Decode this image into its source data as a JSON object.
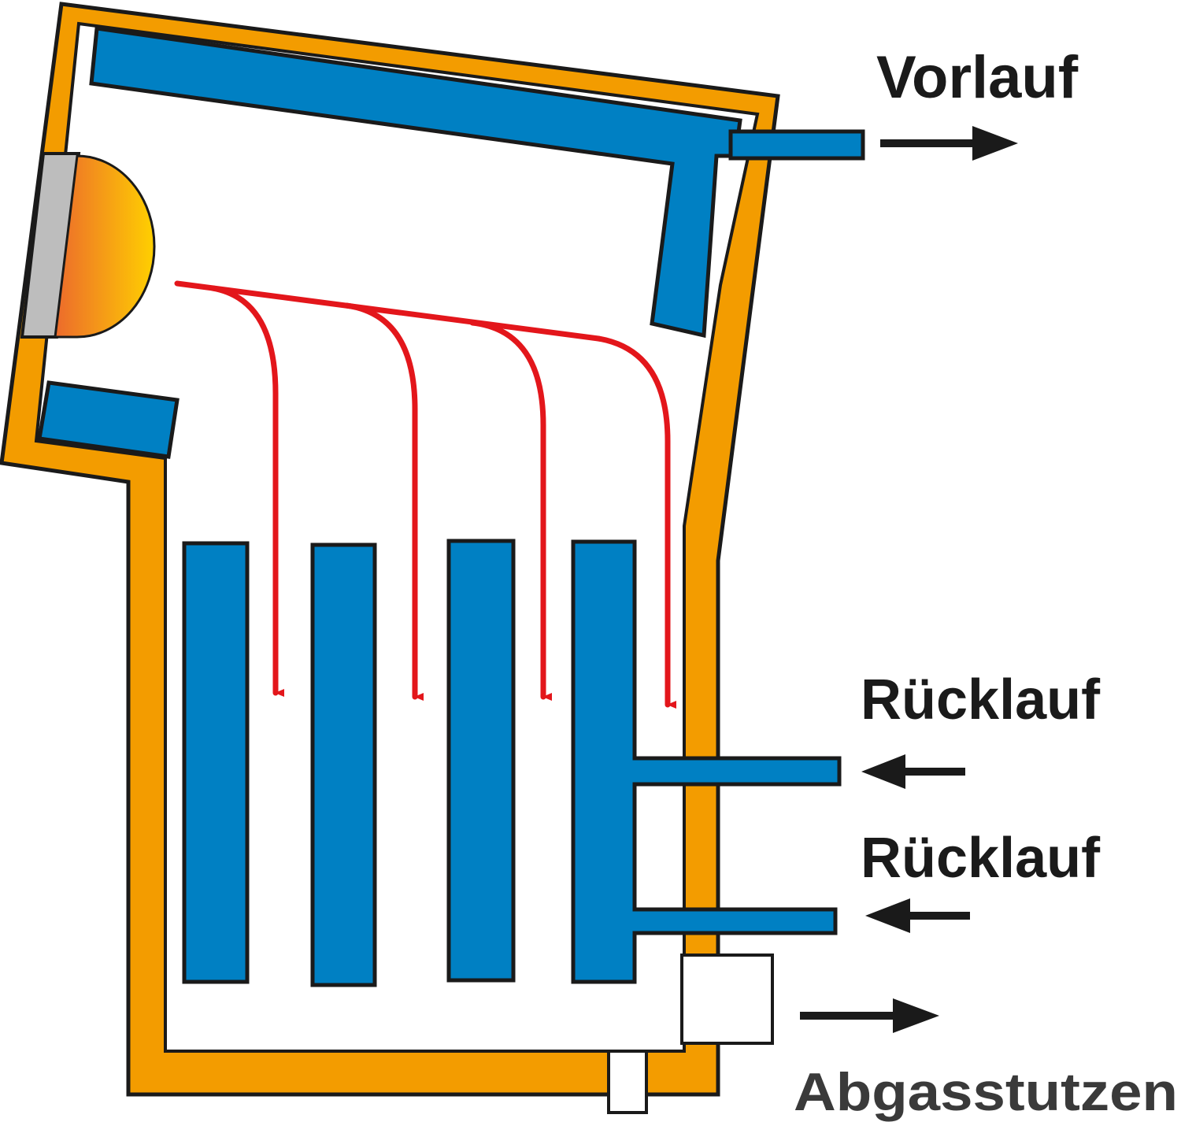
{
  "labels": {
    "vorlauf": "Vorlauf",
    "ruecklauf_1": "Rücklauf",
    "ruecklauf_2": "Rücklauf",
    "abgasstutzen": "Abgasstutzen"
  },
  "colors": {
    "insulation": "#f39c00",
    "water_jacket": "#0080c3",
    "flue_gas_arrows": "#e3161b",
    "burner_window": "#bdbdbd",
    "flame_inner": "#ffd000",
    "flame_outer": "#ec6a2c",
    "outline": "#1a1a1a",
    "label_text": "#1a1a1a",
    "background": "#ffffff"
  },
  "icons": {
    "flow_arrow": "arrow-right-icon",
    "return_arrow": "arrow-left-icon",
    "flame": "burner-flame-icon"
  }
}
